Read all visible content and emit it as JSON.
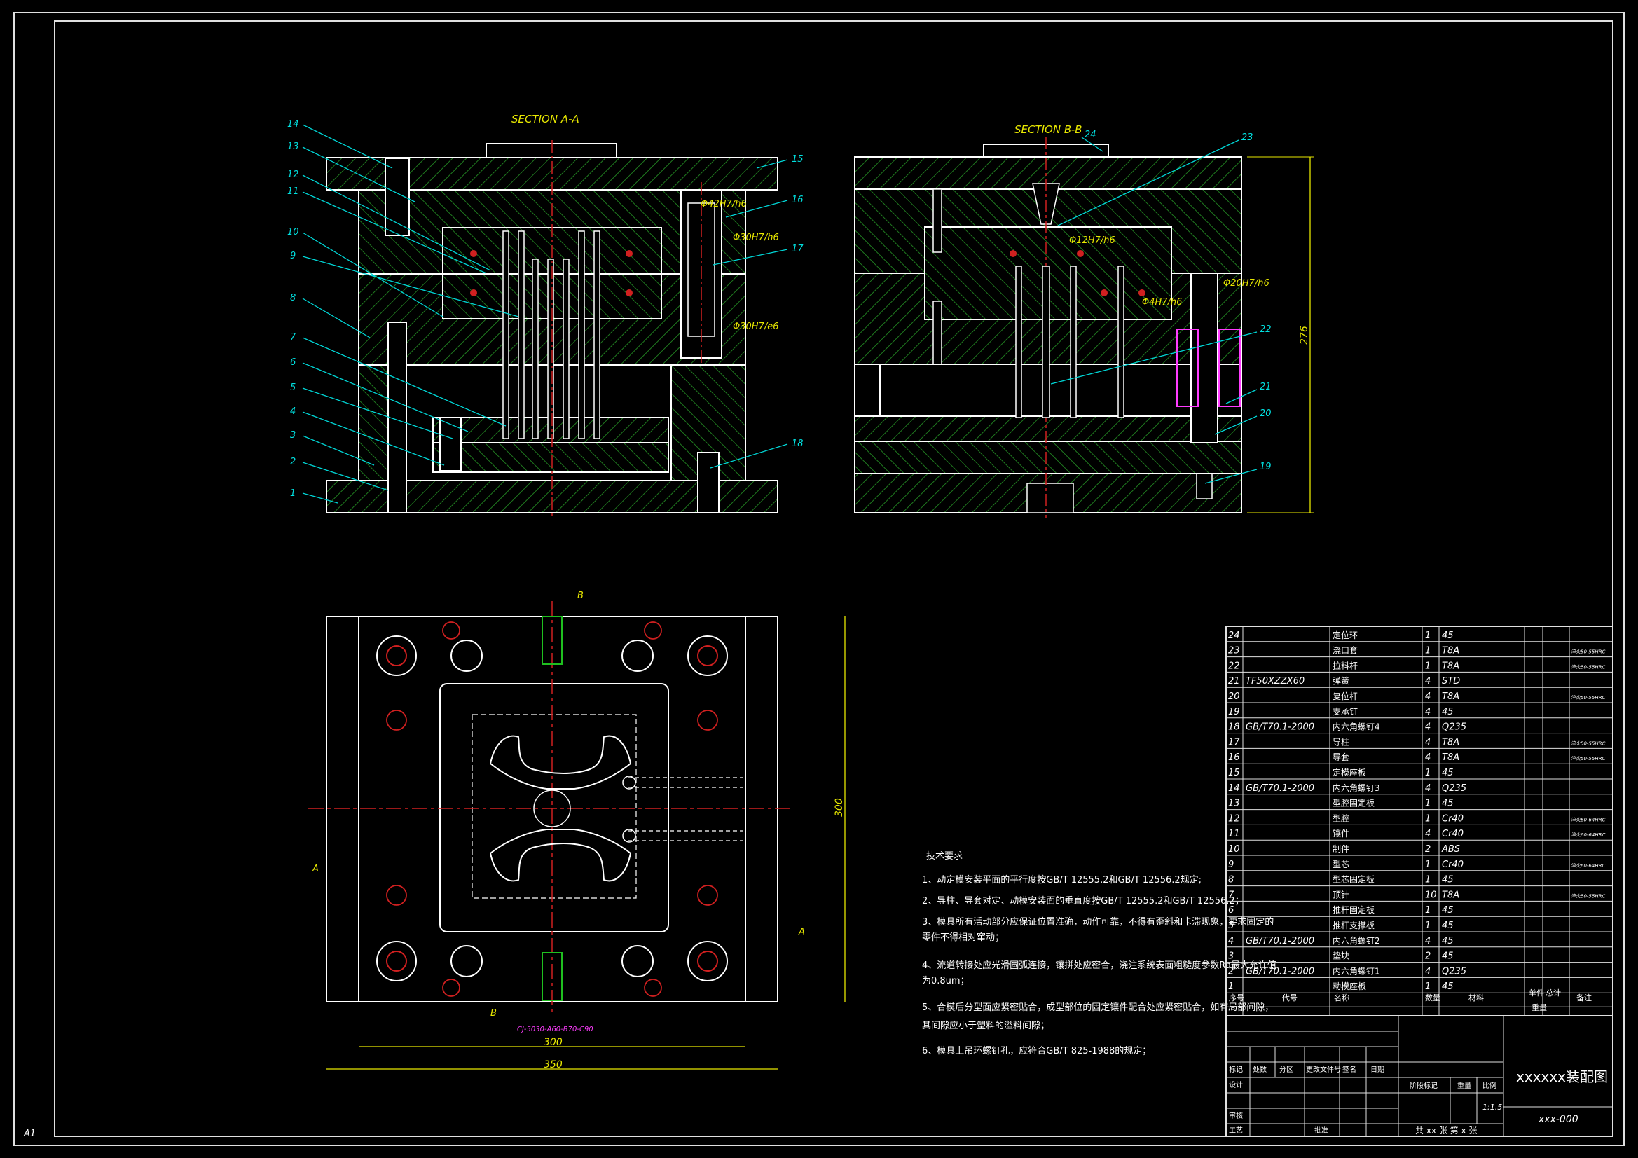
{
  "sheet": {
    "size_label": "A1",
    "colors": {
      "background": "#000000",
      "hatch": "#1f7a1f",
      "outline": "#ffffff",
      "leader": "#00d7d7",
      "dimension": "#e8e800",
      "centerline": "#d02020",
      "callout": "#ff3cff"
    }
  },
  "section_aa": {
    "title": "SECTION A-A",
    "fits": [
      "Φ42H7/h6",
      "Φ30H7/h6",
      "Φ30H7/e6"
    ],
    "callouts": [
      "1",
      "2",
      "3",
      "4",
      "5",
      "6",
      "7",
      "8",
      "9",
      "10",
      "11",
      "12",
      "13",
      "14",
      "15",
      "16",
      "17",
      "18"
    ]
  },
  "section_bb": {
    "title": "SECTION B-B",
    "fits": [
      "Φ12H7/h6",
      "Φ20H7/h6",
      "Φ4H7/h6"
    ],
    "height_dim": "276",
    "callouts": [
      "19",
      "20",
      "21",
      "22",
      "23",
      "24"
    ]
  },
  "plan_view": {
    "section_markers": [
      "B",
      "B",
      "A",
      "A"
    ],
    "width_outer": "350",
    "width_inner": "300",
    "height": "300",
    "part_label": "CJ-5030-A60-B70-C90"
  },
  "tech_requirements": {
    "heading": "技术要求",
    "items": [
      "1、动定模安装平面的平行度按GB/T 12555.2和GB/T 12556.2规定;",
      "2、导柱、导套对定、动模安装面的垂直度按GB/T 12555.2和GB/T 12556.2；",
      "3、模具所有活动部分应保证位置准确，动作可靠，不得有歪斜和卡滞现象，要求固定的",
      "   零件不得相对窜动；",
      "4、流道转接处应光滑圆弧连接，镶拼处应密合，浇注系统表面粗糙度参数Ra最大允许值",
      "   为0.8um；",
      "5、合模后分型面应紧密贴合，成型部位的固定镶件配合处应紧密贴合，如有局部间隙，",
      "   其间隙应小于塑料的溢料间隙；",
      "6、模具上吊环螺钉孔，应符合GB/T 825-1988的规定；"
    ]
  },
  "bom": {
    "columns": [
      "序号",
      "代号",
      "名称",
      "数量",
      "材料",
      "单件",
      "总计",
      "备注"
    ],
    "weight_label": "重量",
    "rows": [
      {
        "no": "24",
        "code": "",
        "name": "定位环",
        "qty": "1",
        "material": "45",
        "note": ""
      },
      {
        "no": "23",
        "code": "",
        "name": "浇口套",
        "qty": "1",
        "material": "T8A",
        "note": "淬火50-55HRC"
      },
      {
        "no": "22",
        "code": "",
        "name": "拉料杆",
        "qty": "1",
        "material": "T8A",
        "note": "淬火50-55HRC"
      },
      {
        "no": "21",
        "code": "TF50XZZX60",
        "name": "弹簧",
        "qty": "4",
        "material": "STD",
        "note": ""
      },
      {
        "no": "20",
        "code": "",
        "name": "复位杆",
        "qty": "4",
        "material": "T8A",
        "note": "淬火50-55HRC"
      },
      {
        "no": "19",
        "code": "",
        "name": "支承钉",
        "qty": "4",
        "material": "45",
        "note": ""
      },
      {
        "no": "18",
        "code": "GB/T70.1-2000",
        "name": "内六角螺钉4",
        "qty": "4",
        "material": "Q235",
        "note": ""
      },
      {
        "no": "17",
        "code": "",
        "name": "导柱",
        "qty": "4",
        "material": "T8A",
        "note": "淬火50-55HRC"
      },
      {
        "no": "16",
        "code": "",
        "name": "导套",
        "qty": "4",
        "material": "T8A",
        "note": "淬火50-55HRC"
      },
      {
        "no": "15",
        "code": "",
        "name": "定模座板",
        "qty": "1",
        "material": "45",
        "note": ""
      },
      {
        "no": "14",
        "code": "GB/T70.1-2000",
        "name": "内六角螺钉3",
        "qty": "4",
        "material": "Q235",
        "note": ""
      },
      {
        "no": "13",
        "code": "",
        "name": "型腔固定板",
        "qty": "1",
        "material": "45",
        "note": ""
      },
      {
        "no": "12",
        "code": "",
        "name": "型腔",
        "qty": "1",
        "material": "Cr40",
        "note": "淬火60-64HRC"
      },
      {
        "no": "11",
        "code": "",
        "name": "镶件",
        "qty": "4",
        "material": "Cr40",
        "note": "淬火60-64HRC"
      },
      {
        "no": "10",
        "code": "",
        "name": "制件",
        "qty": "2",
        "material": "ABS",
        "note": ""
      },
      {
        "no": "9",
        "code": "",
        "name": "型芯",
        "qty": "1",
        "material": "Cr40",
        "note": "淬火60-64HRC"
      },
      {
        "no": "8",
        "code": "",
        "name": "型芯固定板",
        "qty": "1",
        "material": "45",
        "note": ""
      },
      {
        "no": "7",
        "code": "",
        "name": "顶针",
        "qty": "10",
        "material": "T8A",
        "note": "淬火50-55HRC"
      },
      {
        "no": "6",
        "code": "",
        "name": "推杆固定板",
        "qty": "1",
        "material": "45",
        "note": ""
      },
      {
        "no": "5",
        "code": "",
        "name": "推杆支撑板",
        "qty": "1",
        "material": "45",
        "note": ""
      },
      {
        "no": "4",
        "code": "GB/T70.1-2000",
        "name": "内六角螺钉2",
        "qty": "4",
        "material": "45",
        "note": ""
      },
      {
        "no": "3",
        "code": "",
        "name": "垫块",
        "qty": "2",
        "material": "45",
        "note": ""
      },
      {
        "no": "2",
        "code": "GB/T70.1-2000",
        "name": "内六角螺钉1",
        "qty": "4",
        "material": "Q235",
        "note": ""
      },
      {
        "no": "1",
        "code": "",
        "name": "动模座板",
        "qty": "1",
        "material": "45",
        "note": ""
      }
    ]
  },
  "title_block": {
    "title": "xxxxxx装配图",
    "drawing_no": "xxx-000",
    "scale": "1:1.5",
    "sheets": "共 xx 张  第 x 张",
    "labels": [
      "标记",
      "处数",
      "分区",
      "更改文件号",
      "签名",
      "日期",
      "设计",
      "审核",
      "工艺",
      "批准",
      "阶段标记",
      "重量",
      "比例"
    ]
  }
}
